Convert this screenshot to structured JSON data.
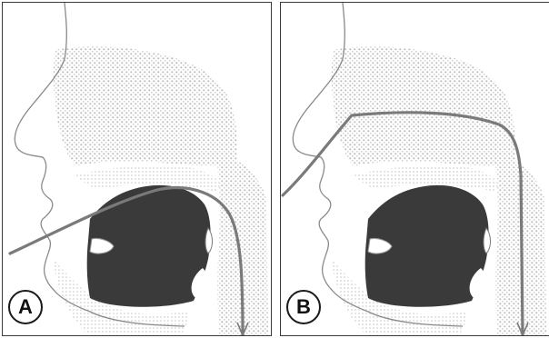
{
  "panels": [
    {
      "id": "A",
      "label": "A",
      "tube_route": "oral"
    },
    {
      "id": "B",
      "label": "B",
      "tube_route": "nasal"
    }
  ],
  "colors": {
    "outline": "#8a8a8a",
    "stipple_dot": "#b9b9b9",
    "tongue": "#3a3a3a",
    "tube": "#7a7a7a",
    "border": "#3a3a3a",
    "badge_text": "#111111"
  }
}
